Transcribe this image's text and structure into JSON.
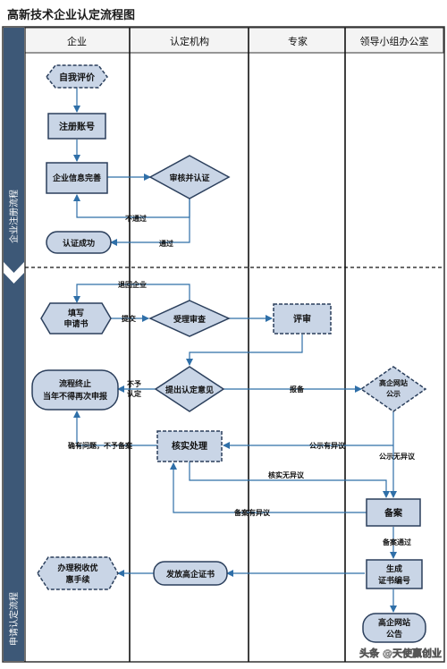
{
  "title": "高新技术企业认定流程图",
  "lanes": [
    "企业",
    "认定机构",
    "专家",
    "领导小组办公室"
  ],
  "phases": [
    "企业注册流程",
    "申请认定流程"
  ],
  "nodes": {
    "self_eval": "自我评价",
    "register": "注册账号",
    "info_complete": "企业信息完善",
    "review_certify": "审核并认证",
    "cert_success": "认证成功",
    "fill_app_line1": "填写",
    "fill_app_line2": "申请书",
    "accept_review": "受理审查",
    "expert_review": "评审",
    "propose_opinion": "提出认定意见",
    "terminate_line1": "流程终止",
    "terminate_line2": "当年不得再次申报",
    "publicize_line1": "高企网站",
    "publicize_line2": "公示",
    "verify": "核实处理",
    "filing": "备案",
    "generate_line1": "生成",
    "generate_line2": "证书编号",
    "issue_cert": "发放高企证书",
    "tax_benefit_line1": "办理税收优",
    "tax_benefit_line2": "惠手续",
    "announce_line1": "高企网站",
    "announce_line2": "公告"
  },
  "edge_labels": {
    "not_passed": "不通过",
    "passed": "通过",
    "return_company": "退回企业",
    "submit": "提交",
    "not_approved_1": "不予",
    "not_approved_2": "认定",
    "report": "报备",
    "problem_not_filed": "确有问题，不予备案",
    "objection": "公示有异议",
    "no_objection": "公示无异议",
    "verified_no_objection": "核实无异议",
    "filing_objection": "备案有异议",
    "filing_passed": "备案通过"
  },
  "watermark": "头条 @天使赢创业",
  "colors": {
    "node_fill": "#c9d5e6",
    "node_stroke": "#2b3f5c",
    "arrow": "#2f6fa8",
    "lane_header_bg": "#f4f4f4",
    "phase_band": "#3d5877"
  }
}
